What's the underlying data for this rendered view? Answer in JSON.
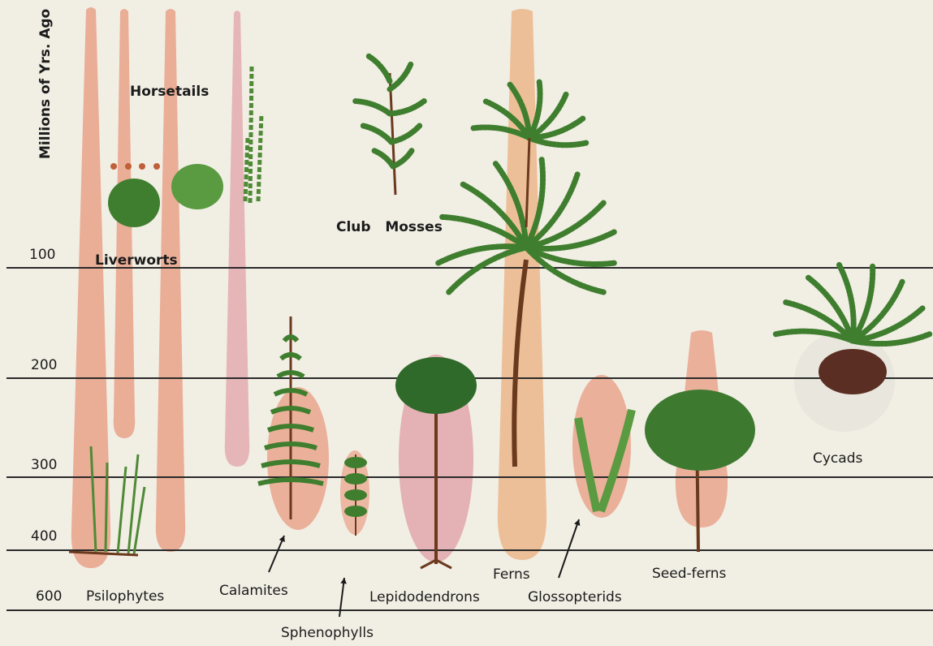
{
  "axis": {
    "title": "Millions of Yrs. Ago",
    "ticks": [
      "100",
      "200",
      "300",
      "400",
      "600"
    ]
  },
  "groups": {
    "horsetails": "Horsetails",
    "liverworts": "Liverworts",
    "club_mosses": "Club   Mosses",
    "cycads": "Cycads",
    "psilophytes": "Psilophytes",
    "calamites": "Calamites",
    "sphenophylls": "Sphenophylls",
    "lepidodendrons": "Lepidodendrons",
    "ferns": "Ferns",
    "glossopterids": "Glossopterids",
    "seed_ferns": "Seed-ferns"
  },
  "colors": {
    "background": "#f1eee4",
    "range_salmon": "#e9a58d",
    "range_pink": "#e2a6ac",
    "range_tan": "#ecb98f",
    "foliage": "#3f7e2e",
    "trunk": "#6b3a1e",
    "line": "#2a2a2a"
  }
}
